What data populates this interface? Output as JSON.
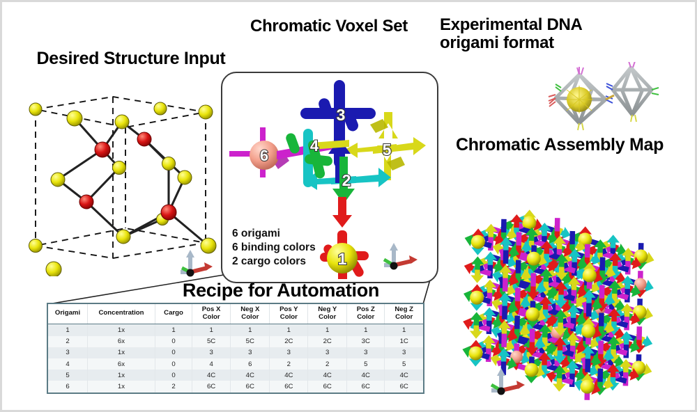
{
  "titles": {
    "desired_structure": "Desired Structure Input",
    "voxel_set": "Chromatic Voxel Set",
    "experimental": "Experimental DNA origami format",
    "assembly_map": "Chromatic Assembly Map",
    "recipe": "Recipe for Automation"
  },
  "voxel_panel": {
    "caption_lines": [
      "6 origami",
      "6 binding colors",
      "2 cargo colors"
    ],
    "voxels": [
      {
        "id": "1",
        "arm_color": "#e01b1b",
        "core_color": "#e8e000",
        "arm_style": "rod"
      },
      {
        "id": "2",
        "arm_color": "#17c4c4",
        "core_color": "",
        "arm_style": "arrow"
      },
      {
        "id": "3",
        "arm_color": "#1a1ab0",
        "core_color": "",
        "arm_style": "rod"
      },
      {
        "id": "4",
        "arm_color": "#18b53a",
        "core_color": "",
        "arm_style": "rod"
      },
      {
        "id": "5",
        "arm_color": "#d8d81a",
        "core_color": "",
        "arm_style": "arrow"
      },
      {
        "id": "6",
        "arm_color": "#cc22cc",
        "core_color": "#f3a08c",
        "arm_style": "arrow"
      }
    ]
  },
  "structure_input": {
    "node_colors": {
      "corner": "#e8e000",
      "interior": "#d81414"
    },
    "corner_count": 14,
    "interior_count": 4
  },
  "assembly_map": {
    "cargo_colors": [
      "#e8e000",
      "#f3a08c"
    ],
    "bond_colors": [
      "#e01b1b",
      "#17c4c4",
      "#1a1ab0",
      "#18b53a",
      "#d8d81a",
      "#cc22cc"
    ]
  },
  "origami": {
    "cage_color": "#9aa0a2",
    "cargo_color": "#d8c81e",
    "overhang_colors": [
      "#d46fd4",
      "#3fc03f",
      "#d85a5a",
      "#3a4fd8",
      "#d8d84a"
    ]
  },
  "axes": {
    "x_color": "#c43a32",
    "y_color": "#3fc03f",
    "z_color": "#a8b8c8",
    "origin_color": "#111111"
  },
  "recipe_table": {
    "headers": [
      "Origami",
      "Concentration",
      "Cargo",
      "Pos X Color",
      "Neg X Color",
      "Pos Y Color",
      "Neg Y Color",
      "Pos Z Color",
      "Neg Z Color"
    ],
    "rows": [
      [
        "1",
        "1x",
        "1",
        "1",
        "1",
        "1",
        "1",
        "1",
        "1"
      ],
      [
        "2",
        "6x",
        "0",
        "5C",
        "5C",
        "2C",
        "2C",
        "3C",
        "1C"
      ],
      [
        "3",
        "1x",
        "0",
        "3",
        "3",
        "3",
        "3",
        "3",
        "3"
      ],
      [
        "4",
        "6x",
        "0",
        "4",
        "6",
        "2",
        "2",
        "5",
        "5"
      ],
      [
        "5",
        "1x",
        "0",
        "4C",
        "4C",
        "4C",
        "4C",
        "4C",
        "4C"
      ],
      [
        "6",
        "1x",
        "2",
        "6C",
        "6C",
        "6C",
        "6C",
        "6C",
        "6C"
      ]
    ]
  }
}
